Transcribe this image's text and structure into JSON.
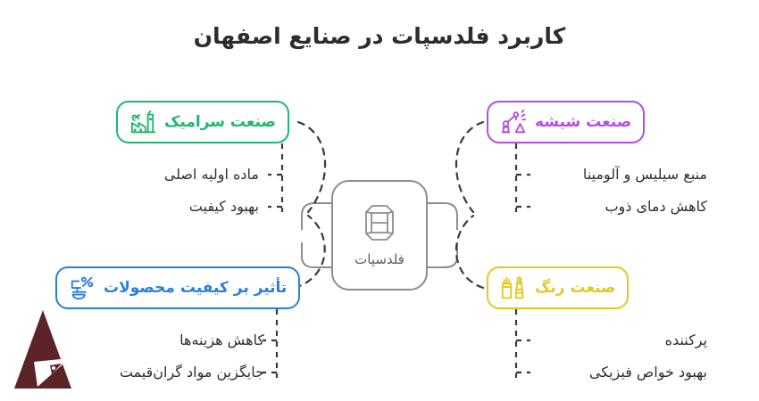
{
  "title": "کاربرد فلدسپات در صنایع اصفهان",
  "center": {
    "label": "فلدسپات",
    "icon": "crystal-gem-icon",
    "color": "#8d8d8d"
  },
  "branches": [
    {
      "id": "ceramic",
      "label": "صنعت سرامیک",
      "icon": "factory-icon",
      "color": "#21b573",
      "position": "top-left",
      "subitems": [
        "ماده اولیه اصلی",
        "بهبود کیفیت"
      ]
    },
    {
      "id": "glass",
      "label": "صنعت شیشه",
      "icon": "robotic-arm-icon",
      "color": "#b24de8",
      "position": "top-right",
      "subitems": [
        "منبع سیلیس و آلومینا",
        "کاهش دمای ذوب"
      ]
    },
    {
      "id": "quality",
      "label": "تأثیر بر کیفیت محصولات",
      "icon": "percent-tag-icon",
      "color": "#2b7fe0",
      "position": "bottom-left",
      "subitems": [
        "کاهش هزینه‌ها",
        "جایگزین مواد گران‌قیمت"
      ]
    },
    {
      "id": "paint",
      "label": "صنعت رنگ",
      "icon": "paint-brush-icon",
      "color": "#e3c91e",
      "position": "bottom-right",
      "subitems": [
        "پرکننده",
        "بهبود خواص فیزیکی"
      ]
    }
  ],
  "logo": {
    "name": "triangle-compass-logo",
    "color": "#5c2328"
  },
  "style": {
    "connector": "#3a3a3a",
    "title_color": "#2d2d2d",
    "subitem_color": "#2f2f2f",
    "background": "#ffffff"
  }
}
